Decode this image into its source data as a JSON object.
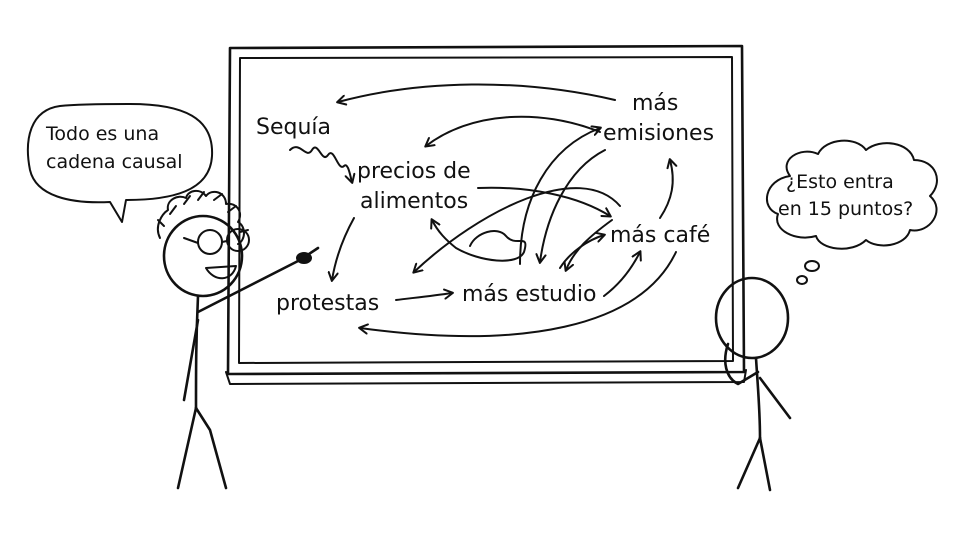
{
  "speech_bubble": {
    "line1": "Todo es una",
    "line2": "cadena causal"
  },
  "thought_bubble": {
    "line1": "¿Esto entra",
    "line2": "en 15 puntos?"
  },
  "diagram": {
    "nodes": {
      "sequia": "Sequía",
      "precios_line1": "precios de",
      "precios_line2": "alimentos",
      "mas_line1": "más",
      "emisiones_line2": "emisiones",
      "mas_cafe": "más café",
      "mas_estudio": "más estudio",
      "protestas": "protestas"
    }
  }
}
